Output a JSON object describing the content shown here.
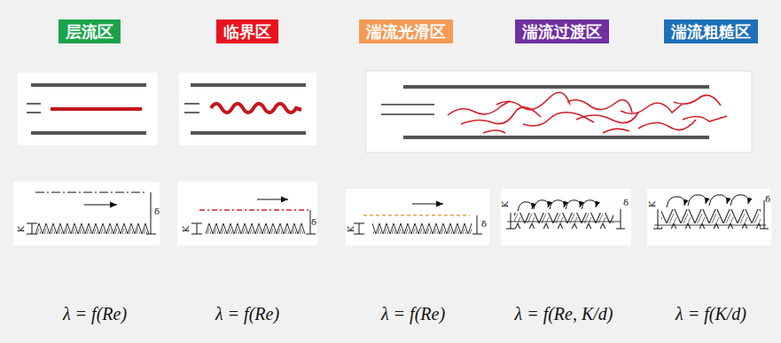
{
  "diagram": {
    "nodes": [
      {
        "text": [
          "层流区"
        ]
      },
      {
        "text": [
          "临界区"
        ]
      },
      {
        "text": [
          "湍流光滑区"
        ]
      },
      {
        "text": [
          "湍流过渡区"
        ]
      },
      {
        "text": [
          "湍流粗糙区"
        ]
      }
    ],
    "labels": [
      "K",
      "δ",
      "K",
      "δ",
      "K",
      "δ",
      "K",
      "δ",
      "K",
      "δ",
      "λ = f(Re)",
      "λ = f(Re)",
      "λ = f(Re)",
      "λ = f(Re, K/d)",
      "λ = f(K/d)"
    ]
  }
}
